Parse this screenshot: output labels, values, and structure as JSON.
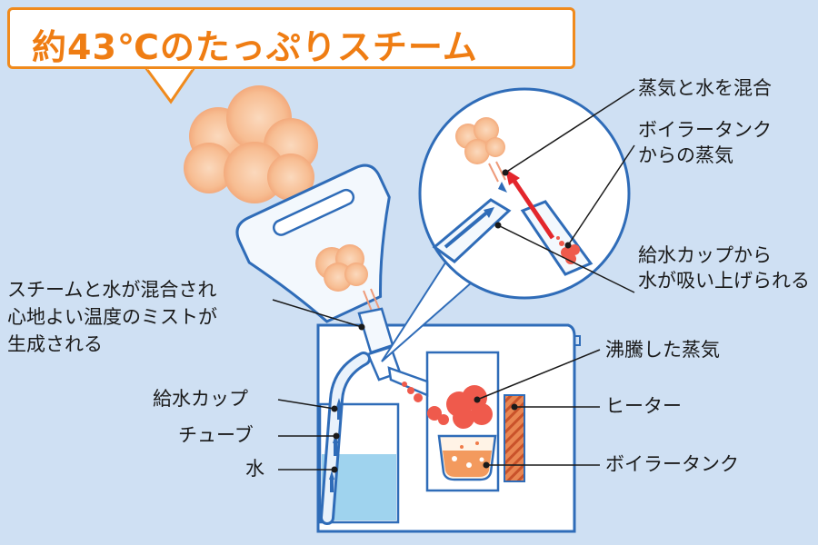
{
  "title": "約43℃のたっぷりスチーム",
  "labels": {
    "steam_mix": "蒸気と水を混合",
    "boiler_steam_l1": "ボイラータンク",
    "boiler_steam_l2": "からの蒸気",
    "water_suck_l1": "給水カップから",
    "water_suck_l2": "水が吸い上げられる",
    "mist_l1": "スチームと水が混合され",
    "mist_l2": "心地よい温度のミストが",
    "mist_l3": "生成される",
    "boiling_steam": "沸騰した蒸気",
    "heater": "ヒーター",
    "boiler_tank": "ボイラータンク",
    "water_cup": "給水カップ",
    "tube": "チューブ",
    "water": "水"
  },
  "colors": {
    "background": "#cfe0f3",
    "title_border": "#f08a1c",
    "title_text": "#ef7d13",
    "outline": "#2f6cb8",
    "steam": "#f6b487",
    "boiling": "#ef5a4c",
    "heater": "#e0703a",
    "water": "#9fd3ee",
    "arrow_red": "#e3262c"
  }
}
